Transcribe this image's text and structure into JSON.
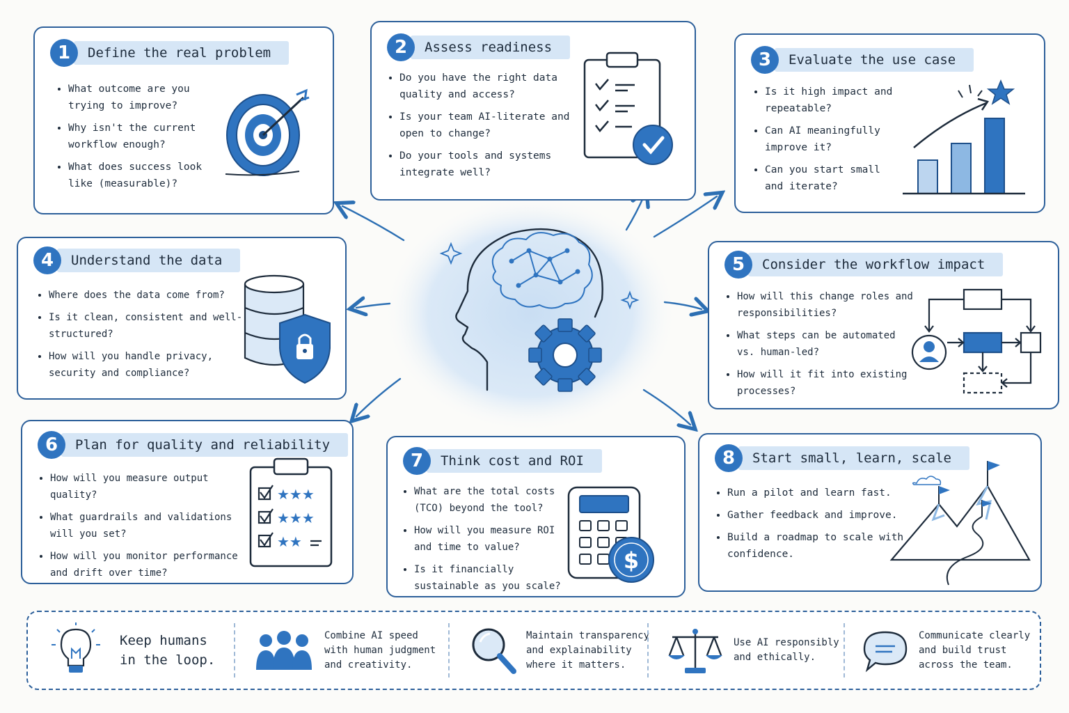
{
  "cards": [
    {
      "number": "1",
      "title": "Define the real problem",
      "items": [
        "What outcome are you trying to improve?",
        "Why isn't the current workflow enough?",
        "What does success look like (measurable)?"
      ]
    },
    {
      "number": "2",
      "title": "Assess readiness",
      "items": [
        "Do you have the right data quality and access?",
        "Is your team AI-literate and open to change?",
        "Do your tools and systems integrate well?"
      ]
    },
    {
      "number": "3",
      "title": "Evaluate the use case",
      "items": [
        "Is it high impact and repeatable?",
        "Can AI meaningfully improve it?",
        "Can you start small and iterate?"
      ]
    },
    {
      "number": "4",
      "title": "Understand the data",
      "items": [
        "Where does the data come from?",
        "Is it clean, consistent and well-structured?",
        "How will you handle privacy, security and compliance?"
      ]
    },
    {
      "number": "5",
      "title": "Consider the workflow impact",
      "items": [
        "How will this change roles and responsibilities?",
        "What steps can be automated vs. human-led?",
        "How will it fit into existing processes?"
      ]
    },
    {
      "number": "6",
      "title": "Plan for quality and reliability",
      "items": [
        "How will you measure output quality?",
        "What guardrails and validations will you set?",
        "How will you monitor performance and drift over time?"
      ]
    },
    {
      "number": "7",
      "title": "Think cost and ROI",
      "items": [
        "What are the total costs (TCO) beyond the tool?",
        "How will you measure ROI and time to value?",
        "Is it financially sustainable as you scale?"
      ]
    },
    {
      "number": "8",
      "title": "Start small, learn, scale",
      "items": [
        "Run a pilot and learn fast.",
        "Gather feedback and improve.",
        "Build a roadmap to scale with confidence."
      ]
    }
  ],
  "footer": {
    "keep_humans": "Keep humans\nin the loop.",
    "tips": [
      {
        "icon": "people-icon",
        "text": "Combine AI speed\nwith human judgment\nand creativity."
      },
      {
        "icon": "magnifier-icon",
        "text": "Maintain transparency\nand explainability\nwhere it matters."
      },
      {
        "icon": "scales-icon",
        "text": "Use AI responsibly\nand ethically."
      },
      {
        "icon": "speech-bubble-icon",
        "text": "Communicate clearly\nand build trust\nacross the team."
      }
    ]
  },
  "colors": {
    "accent": "#2f74c0",
    "border": "#2c5f9a",
    "highlight": "#d6e6f6",
    "cloud": "#cfe2f5"
  },
  "icons": [
    "target-icon",
    "clipboard-check-icon",
    "growth-chart-icon",
    "database-shield-icon",
    "workflow-icon",
    "quality-clipboard-icon",
    "calculator-icon",
    "mountain-flags-icon",
    "brain-head-icon",
    "gear-icon",
    "lightbulb-icon"
  ]
}
